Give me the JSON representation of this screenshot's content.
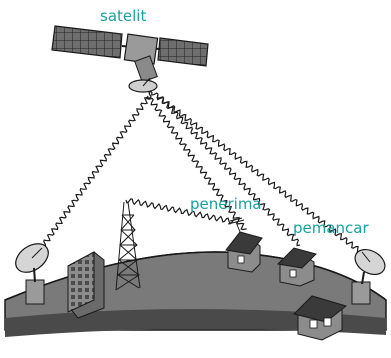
{
  "labels": {
    "satellite": "satelit",
    "receiver": "penerima",
    "transmitter": "pemancar"
  },
  "colors": {
    "label": "#1aa0a0",
    "ink": "#1a1a1a",
    "ground": "#7a7a7a",
    "ground_shadow": "#4a4a4a",
    "panel": "#6e6e6e",
    "building": "#8c8c8c",
    "roof": "#3a3a3a"
  }
}
